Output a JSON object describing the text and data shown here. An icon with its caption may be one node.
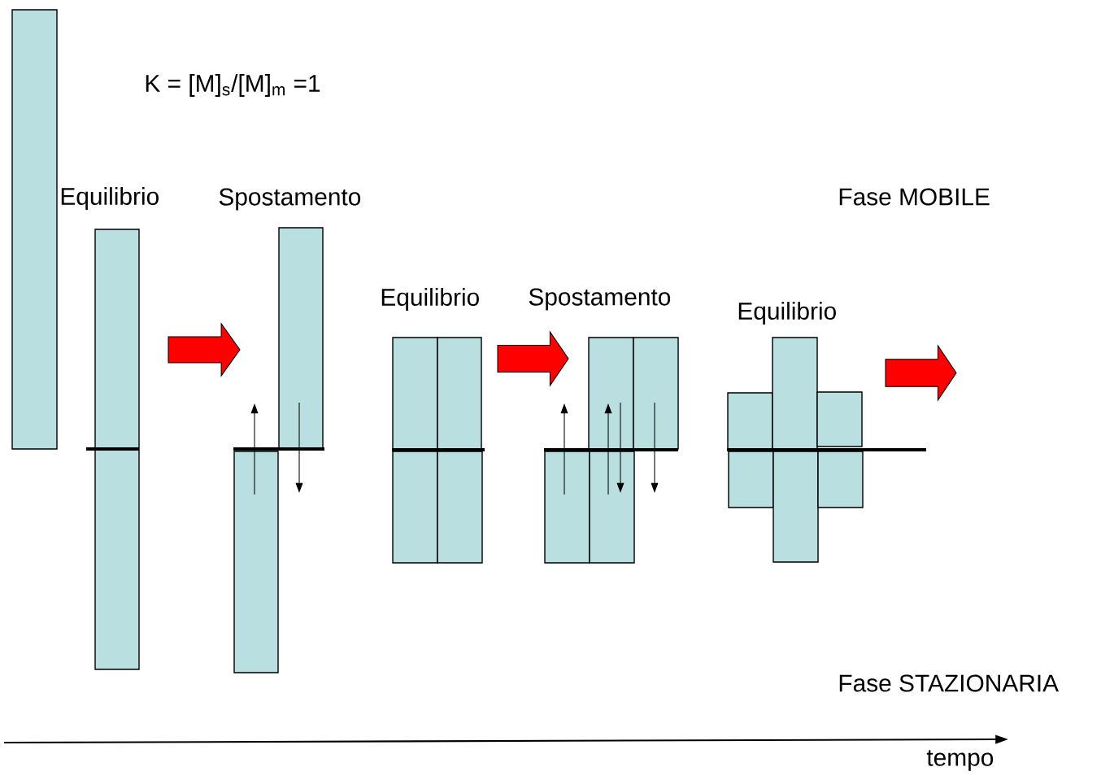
{
  "diagram": {
    "labels": [
      "K = [M]$_{s}$/[M]$_{m}$ =1",
      "Equilibrio",
      "Spostamento",
      "Fase MOBILE",
      "Equilibrio",
      "Spostamento",
      "Equilibrio",
      "Fase STAZIONARIA",
      "tempo"
    ]
  }
}
